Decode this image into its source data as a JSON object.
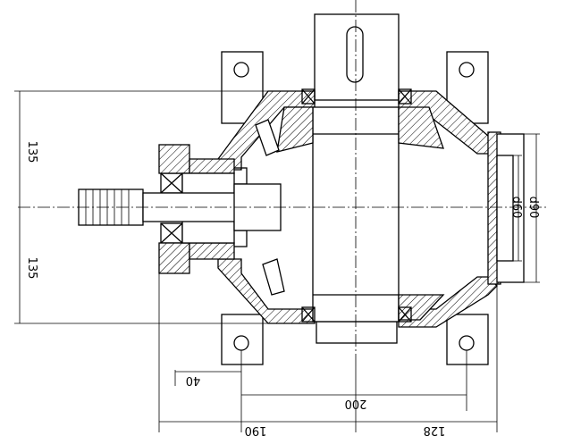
{
  "dimensions": {
    "left_upper_height": "135",
    "left_lower_height": "135",
    "diameter_outer": "d90",
    "diameter_inner": "d60",
    "offset_40": "40",
    "span_200": "200",
    "length_190": "190",
    "length_128": "128"
  }
}
